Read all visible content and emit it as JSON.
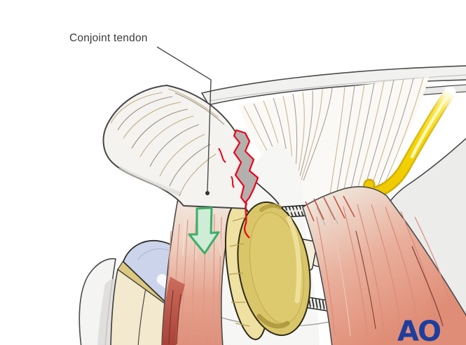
{
  "figure": {
    "type": "medical-illustration",
    "subject": "Shoulder with fractured coracoid process fixed by a round plate and screws; conjoint tendon pulled downward",
    "background_color": "#ffffff"
  },
  "annotations": [
    {
      "text": "Conjoint tendon",
      "style": "leader line with end dot"
    }
  ],
  "branding": {
    "logo_text": "AO"
  },
  "icons": [
    {
      "name": "force-arrow-down-icon",
      "meaning": "downward pull of conjoint tendon"
    }
  ],
  "colors": {
    "label_text": "#3b3b3b",
    "outline": "#474747",
    "logo_blue": "#1d3e9e",
    "fracture_red": "#ee0019",
    "fracture_gap_gray": "#b3b1ae",
    "arrow_green_fill": "#cfecd7",
    "arrow_green_stroke": "#3fae68",
    "nerve_yellow": "#f4d800",
    "implant_gold": "#d9c668",
    "implant_gold_light": "#eee1a2",
    "hardware_cream": "#f3edda",
    "bone_light": "#f3f2f0",
    "bone_cream": "#f2e9ce",
    "bone_gold_band": "#dcc97f",
    "cartilage_blue": "#cbd4ea",
    "tendon_fiber_tan": "#c3ad85",
    "tendon_fiber_gray": "#9b9186",
    "muscle_light": "#f2e9e1",
    "muscle_mid": "#e8a894",
    "muscle_deep": "#b04a3e"
  }
}
